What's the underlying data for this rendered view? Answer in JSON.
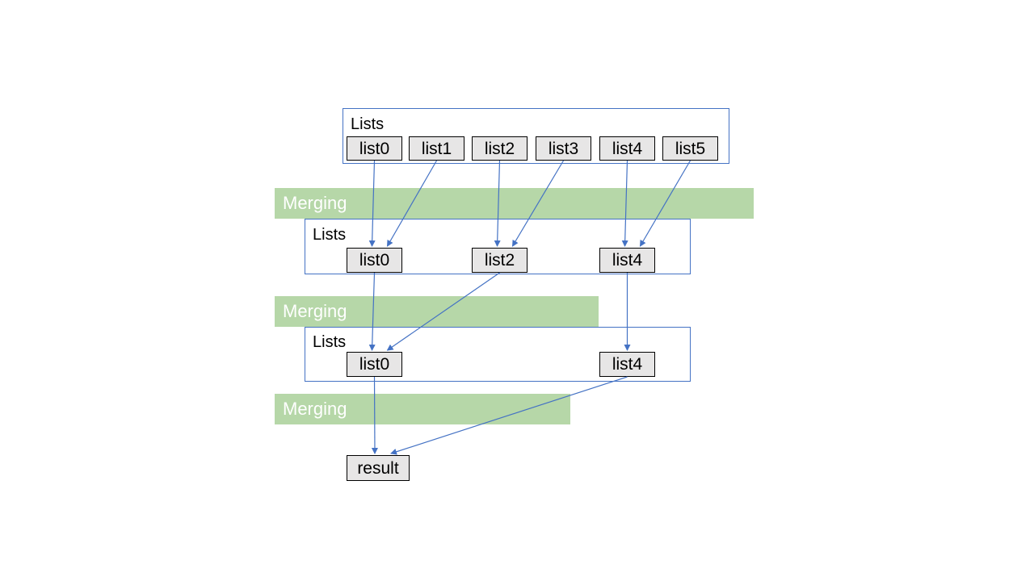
{
  "colors": {
    "frame_border": "#4472c4",
    "node_fill": "#e7e6e6",
    "node_border": "#000000",
    "band_fill": "#b6d7a8",
    "band_text": "#ffffff",
    "edge": "#4472c4"
  },
  "stage1": {
    "title": "Lists",
    "nodes": [
      "list0",
      "list1",
      "list2",
      "list3",
      "list4",
      "list5"
    ]
  },
  "merge1": {
    "label": "Merging"
  },
  "stage2": {
    "title": "Lists",
    "nodes": [
      "list0",
      "list2",
      "list4"
    ]
  },
  "merge2": {
    "label": "Merging"
  },
  "stage3": {
    "title": "Lists",
    "nodes": [
      "list0",
      "list4"
    ]
  },
  "merge3": {
    "label": "Merging"
  },
  "result": {
    "label": "result"
  },
  "edges": [
    [
      "s1-list0",
      "s2-list0"
    ],
    [
      "s1-list1",
      "s2-list0"
    ],
    [
      "s1-list2",
      "s2-list2"
    ],
    [
      "s1-list3",
      "s2-list2"
    ],
    [
      "s1-list4",
      "s2-list4"
    ],
    [
      "s1-list5",
      "s2-list4"
    ],
    [
      "s2-list0",
      "s3-list0"
    ],
    [
      "s2-list2",
      "s3-list0"
    ],
    [
      "s2-list4",
      "s3-list4"
    ],
    [
      "s3-list0",
      "result"
    ],
    [
      "s3-list4",
      "result"
    ]
  ]
}
